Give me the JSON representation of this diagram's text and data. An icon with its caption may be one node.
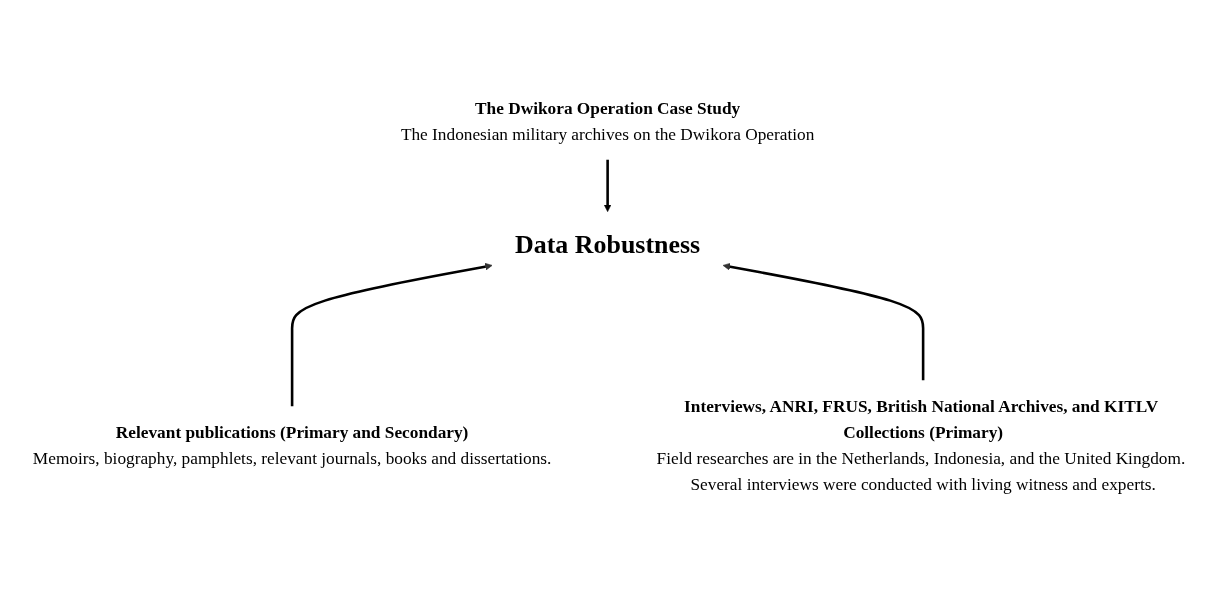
{
  "diagram": {
    "nodes": [
      {
        "text": [
          "The Dwikora Operation Case Study",
          "The Indonesian military archives on the Dwikora Operation"
        ]
      },
      {
        "text": [
          "Data Robustness"
        ]
      },
      {
        "text": [
          "Relevant publications (Primary and Secondary)",
          "Memoirs, biography, pamphlets, relevant journals, books and dissertations."
        ]
      },
      {
        "text": [
          "Interviews, ANRI, FRUS, British National Archives, and KITLV Collections (Primary)",
          "Field researches are in the Netherlands, Indonesia, and the United Kingdom. Several interviews were conducted with living witness and experts."
        ]
      }
    ],
    "edges": [
      {
        "from": 0,
        "to": 1,
        "arrow": "to"
      },
      {
        "from": 2,
        "to": 1,
        "arrow": "to"
      },
      {
        "from": 3,
        "to": 1,
        "arrow": "to"
      }
    ]
  }
}
